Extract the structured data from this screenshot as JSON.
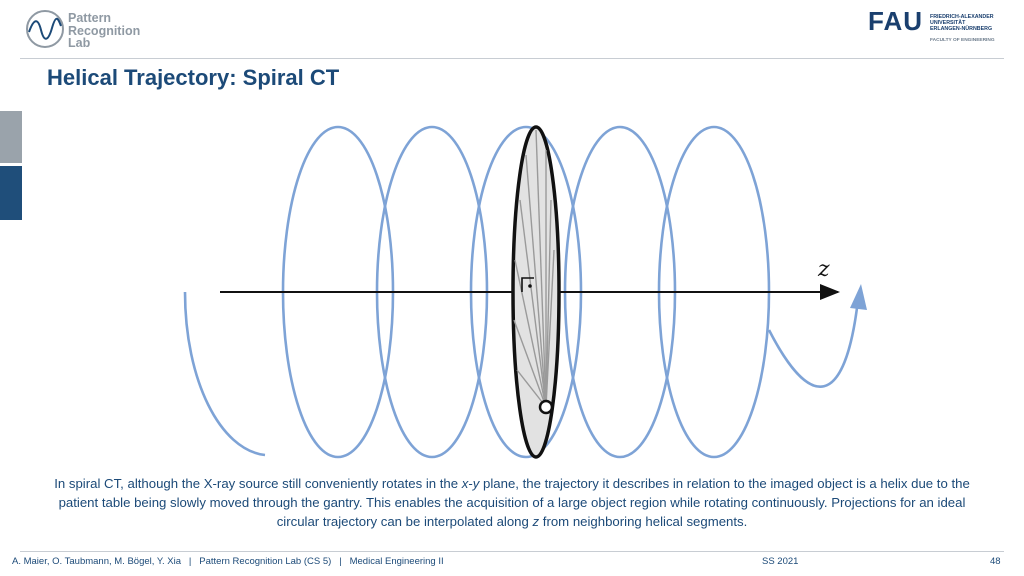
{
  "header": {
    "lab_name": "Pattern\nRecognition\nLab",
    "fau_letters": "FAU",
    "fau_lines": [
      "FRIEDRICH-ALEXANDER",
      "UNIVERSITÄT",
      "ERLANGEN-NÜRNBERG"
    ],
    "fau_faculty": "FACULTY OF ENGINEERING"
  },
  "slide": {
    "title": "Helical Trajectory: Spiral CT",
    "axis_label": "z",
    "caption_parts": [
      "In spiral CT, although the X-ray source still conveniently rotates in the ",
      "x",
      "-",
      "y",
      " plane, the trajectory it describes in relation to the imaged object is a helix due to the patient table being slowly moved through the gantry. This enables the acquisition of a large object region while rotating continuously. Projections for an ideal circular trajectory can be interpolated along ",
      "z",
      " from neighboring helical segments."
    ]
  },
  "footer": {
    "credits": "A. Maier, O. Taubmann, M. Bögel, Y. Xia   |   Pattern Recognition Lab (CS 5)   |   Medical Engineering II",
    "term": "SS 2021",
    "page": "48"
  },
  "colors": {
    "helix": "#7ea3d6",
    "title": "#1c4a78",
    "side_gray": "#9aa3ab",
    "side_blue": "#1f4e7a"
  }
}
